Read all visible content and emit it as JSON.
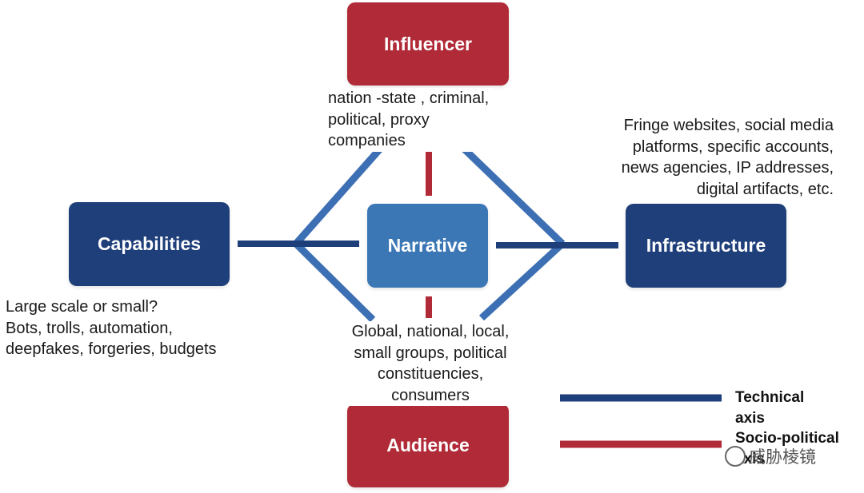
{
  "colors": {
    "technical": "#1f3f7a",
    "socio_political": "#b02a37",
    "narrative": "#3b76b5",
    "connector": "#3c6fb3"
  },
  "nodes": {
    "influencer": "Influencer",
    "capabilities": "Capabilities",
    "narrative": "Narrative",
    "infrastructure": "Infrastructure",
    "audience": "Audience"
  },
  "notes": {
    "influencer": [
      "nation -state , criminal,",
      "political, proxy",
      "companies"
    ],
    "infrastructure": [
      "Fringe websites, social media",
      "platforms, specific accounts,",
      "news agencies, IP addresses,",
      "digital artifacts, etc."
    ],
    "capabilities": [
      "Large scale or small?",
      "Bots, trolls, automation,",
      "deepfakes, forgeries, budgets"
    ],
    "audience": [
      "Global, national, local,",
      "small groups, political",
      "constituencies,",
      "consumers"
    ]
  },
  "legend": {
    "technical": [
      "Technical",
      "axis"
    ],
    "socio_political": [
      "Socio-political",
      "axis"
    ]
  },
  "watermark": "威胁棱镜"
}
